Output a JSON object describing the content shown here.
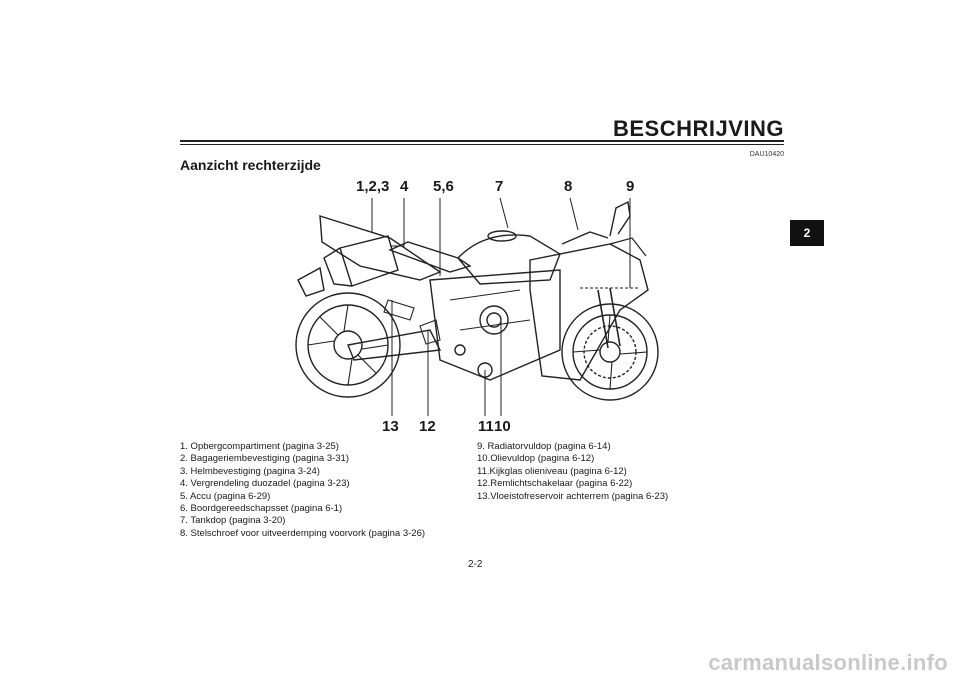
{
  "header": {
    "title": "BESCHRIJVING"
  },
  "chapter_tab": "2",
  "doc_code": "DAU10420",
  "section_title": "Aanzicht rechterzijde",
  "callouts": {
    "c123": "1,2,3",
    "c4": "4",
    "c56": "5,6",
    "c7": "7",
    "c8": "8",
    "c9": "9",
    "c13": "13",
    "c12": "12",
    "c11": "11",
    "c10": "10"
  },
  "legend_left": [
    "1. Opbergcompartiment (pagina 3-25)",
    "2. Bagageriembevestiging (pagina 3-31)",
    "3. Helmbevestiging (pagina 3-24)",
    "4. Vergrendeling duozadel (pagina 3-23)",
    "5. Accu (pagina 6-29)",
    "6. Boordgereedschapsset (pagina 6-1)",
    "7. Tankdop (pagina 3-20)",
    "8. Stelschroef voor uitveerdemping voorvork (pagina 3-26)"
  ],
  "legend_right": [
    "9.  Radiatorvuldop (pagina 6-14)",
    "10.Olievuldop (pagina 6-12)",
    "11.Kijkglas olieniveau (pagina 6-12)",
    "12.Remlichtschakelaar (pagina 6-22)",
    "13.Vloeistofreservoir achterrem (pagina 6-23)"
  ],
  "page_number": "2-2",
  "watermark": "carmanualsonline.info"
}
